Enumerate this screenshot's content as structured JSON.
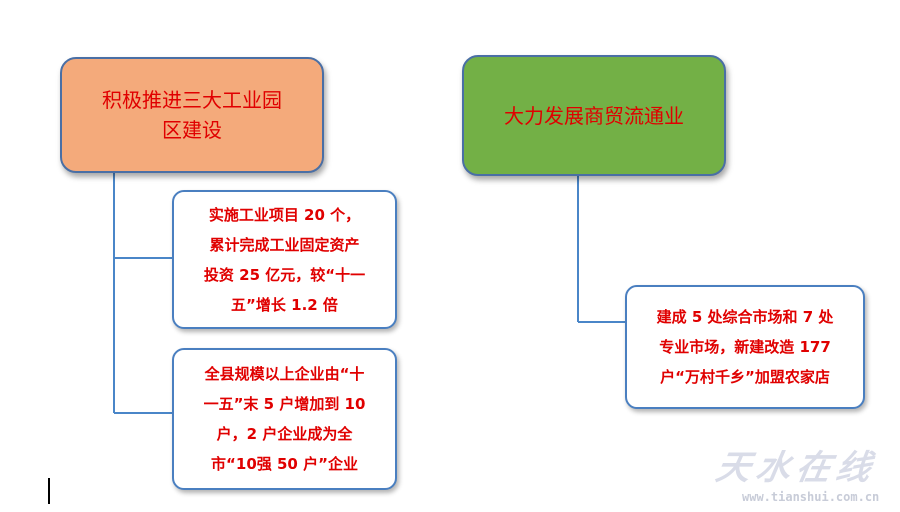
{
  "diagram": {
    "left_branch": {
      "title_lines": [
        "积极推进三大工业园",
        "区建设"
      ],
      "children": [
        {
          "lines": [
            "实施工业项目 20 个，",
            "累计完成工业固定资产",
            "投资 25 亿元，较“十一",
            "五”增长 1.2 倍"
          ]
        },
        {
          "lines": [
            "全县规模以上企业由“十",
            "一五”末 5 户增加到 10",
            "户，2 户企业成为全",
            "市“10强 50 户”企业"
          ]
        }
      ]
    },
    "right_branch": {
      "title_lines": [
        "大力发展商贸流通业"
      ],
      "children": [
        {
          "lines": [
            "建成 5 处综合市场和 7 处",
            "专业市场，新建改造 177",
            "户“万村千乡”加盟农家店"
          ]
        }
      ]
    }
  },
  "watermark": {
    "logo_text": "天水在线",
    "url": "www.tianshui.com.cn"
  },
  "colors": {
    "left_header_fill": "#f4aa7b",
    "right_header_fill": "#73b046",
    "text_red": "#e00000",
    "connector_blue": "#4a86c8"
  }
}
